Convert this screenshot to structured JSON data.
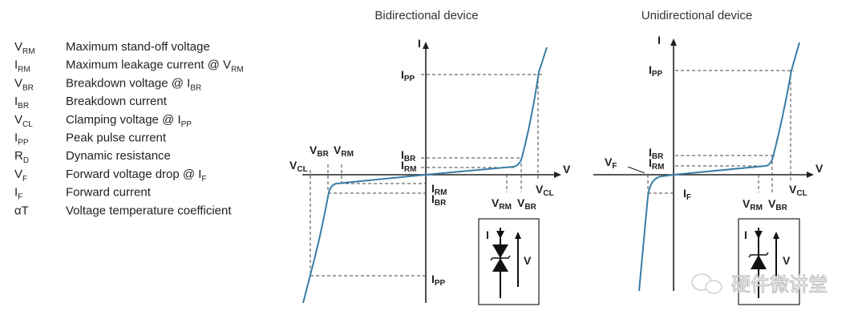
{
  "legend": [
    {
      "sym": "V",
      "sub": "RM",
      "desc": "Maximum stand-off voltage",
      "dsub": ""
    },
    {
      "sym": "I",
      "sub": "RM",
      "desc": "Maximum leakage current @ V",
      "dsub": "RM"
    },
    {
      "sym": "V",
      "sub": "BR",
      "desc": "Breakdown voltage @ I",
      "dsub": "BR"
    },
    {
      "sym": "I",
      "sub": "BR",
      "desc": "Breakdown current",
      "dsub": ""
    },
    {
      "sym": "V",
      "sub": "CL",
      "desc": "Clamping voltage @ I",
      "dsub": "PP"
    },
    {
      "sym": "I",
      "sub": "PP",
      "desc": "Peak pulse current",
      "dsub": ""
    },
    {
      "sym": "R",
      "sub": "D",
      "desc": "Dynamic resistance",
      "dsub": ""
    },
    {
      "sym": "V",
      "sub": "F",
      "desc": "Forward voltage drop @ I",
      "dsub": "F"
    },
    {
      "sym": "I",
      "sub": "F",
      "desc": "Forward current",
      "dsub": ""
    },
    {
      "sym": "αT",
      "sub": "",
      "desc": "Voltage temperature coefficient",
      "dsub": ""
    }
  ],
  "bidirectional": {
    "title": "Bidirectional device",
    "axis_i": "I",
    "axis_v": "V",
    "ipp": {
      "m": "I",
      "s": "PP"
    },
    "ibr": {
      "m": "I",
      "s": "BR"
    },
    "irm": {
      "m": "I",
      "s": "RM"
    },
    "vrm": {
      "m": "V",
      "s": "RM"
    },
    "vbr": {
      "m": "V",
      "s": "BR"
    },
    "vcl": {
      "m": "V",
      "s": "CL"
    },
    "inset": {
      "i": "I",
      "v": "V"
    }
  },
  "unidirectional": {
    "title": "Unidirectional device",
    "axis_i": "I",
    "axis_v": "V",
    "ipp": {
      "m": "I",
      "s": "PP"
    },
    "ibr": {
      "m": "I",
      "s": "BR"
    },
    "irm": {
      "m": "I",
      "s": "RM"
    },
    "vf": {
      "m": "V",
      "s": "F"
    },
    "if": {
      "m": "I",
      "s": "F"
    },
    "vrm": {
      "m": "V",
      "s": "RM"
    },
    "vbr": {
      "m": "V",
      "s": "BR"
    },
    "vcl": {
      "m": "V",
      "s": "CL"
    },
    "inset": {
      "i": "I",
      "v": "V"
    }
  },
  "watermark": "硬件微讲堂",
  "colors": {
    "curve": "#3a7ca5",
    "text": "#222222"
  }
}
